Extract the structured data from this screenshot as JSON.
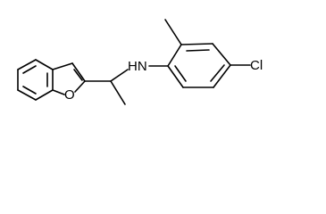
{
  "molecule": {
    "atom_labels": {
      "oxygen": "O",
      "amine": "HN",
      "chlorine": "Cl"
    }
  }
}
